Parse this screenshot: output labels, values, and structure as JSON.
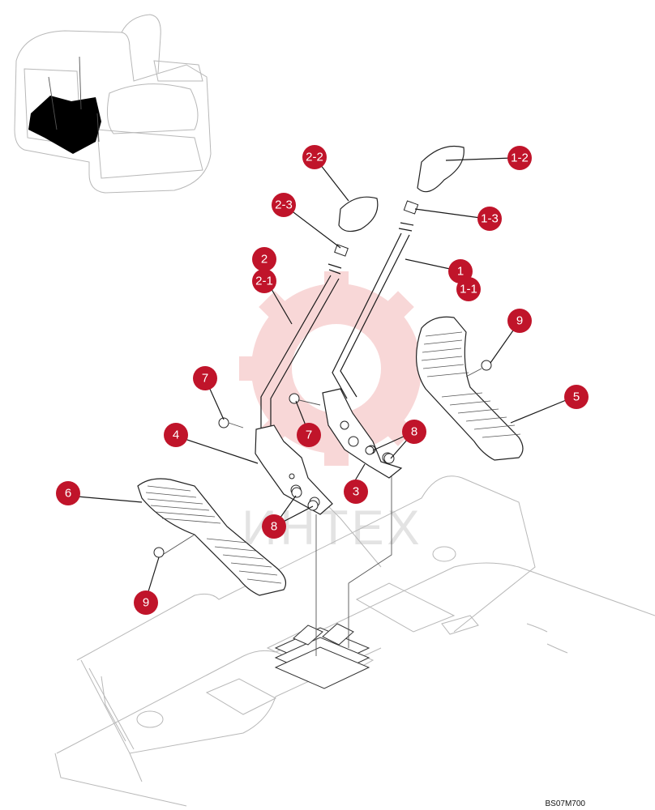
{
  "drawing_code": "BS07M700",
  "watermark": "ИНТЕХ",
  "callouts": [
    {
      "label": "1"
    },
    {
      "label": "1-1"
    },
    {
      "label": "1-2"
    },
    {
      "label": "1-3"
    },
    {
      "label": "2"
    },
    {
      "label": "2-1"
    },
    {
      "label": "2-2"
    },
    {
      "label": "2-3"
    },
    {
      "label": "3"
    },
    {
      "label": "4"
    },
    {
      "label": "5"
    },
    {
      "label": "6"
    },
    {
      "label": "7"
    },
    {
      "label": "7"
    },
    {
      "label": "8"
    },
    {
      "label": "8"
    },
    {
      "label": "9"
    },
    {
      "label": "9"
    }
  ],
  "colors": {
    "callout": "#c0142a",
    "watermark": "#f2c8c8"
  }
}
